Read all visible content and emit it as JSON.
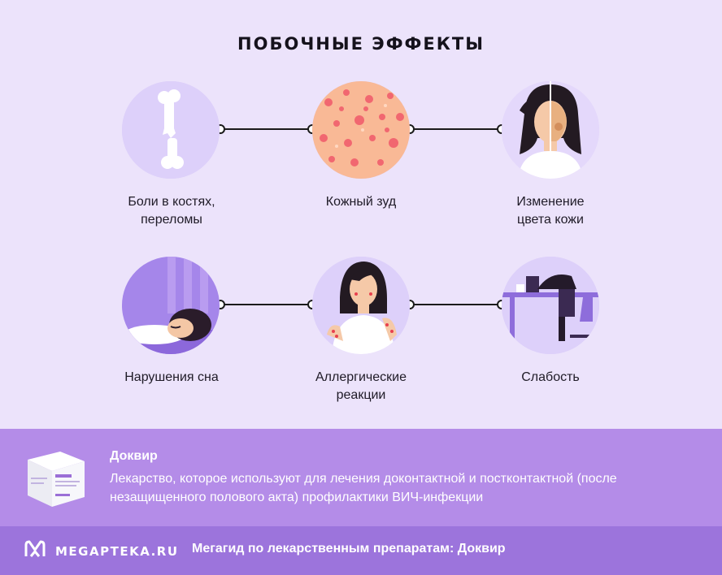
{
  "title": "ПОБОЧНЫЕ ЭФФЕКТЫ",
  "effects": [
    {
      "label": "Боли в костях,\nпереломы",
      "icon": "bone-icon"
    },
    {
      "label": "Кожный зуд",
      "icon": "skin-rash-icon"
    },
    {
      "label": "Изменение\nцвета кожи",
      "icon": "skin-discoloration-icon"
    },
    {
      "label": "Нарушения сна",
      "icon": "sleep-disorder-icon"
    },
    {
      "label": "Аллергические\nреакции",
      "icon": "allergy-icon"
    },
    {
      "label": "Слабость",
      "icon": "weakness-icon"
    }
  ],
  "drug": {
    "name": "Доквир",
    "description": "Лекарство, которое используют для лечения доконтактной и постконтактной (после незащищенного полового акта) профилактики ВИЧ-инфекции"
  },
  "footer": {
    "brand": "MEGAPTEKA.RU",
    "text": "Мегагид по лекарственным препаратам: Доквир"
  },
  "colors": {
    "background": "#ece3fb",
    "circle": "#d9cafa",
    "drug_band": "#b48ce8",
    "footer_band": "#9c74dc"
  }
}
